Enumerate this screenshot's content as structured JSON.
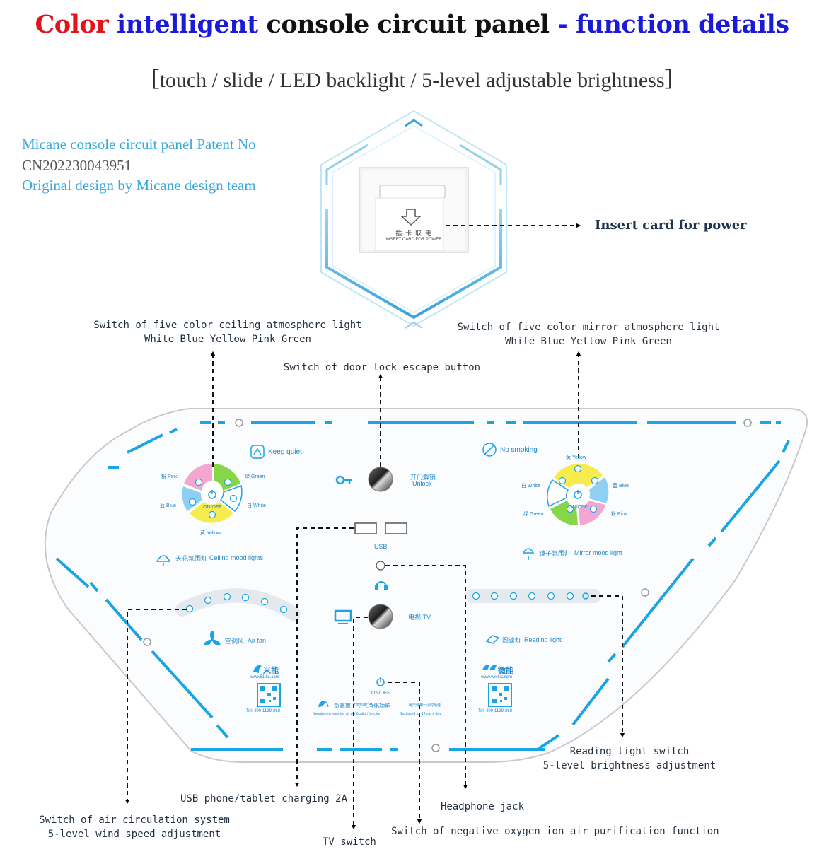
{
  "title": {
    "color": "Color",
    "intelligent": "intelligent",
    "mid": "console circuit panel",
    "dash": "-",
    "function_details": "function details"
  },
  "subtitle": "［touch / slide / LED backlight / 5-level adjustable brightness］",
  "patent": {
    "line1": "Micane console circuit panel Patent No",
    "line2": "CN202230043951",
    "line3": "Original design by Micane design team"
  },
  "card": {
    "cn": "插 卡 取 电",
    "en": "INSERT CARD FOR POWER",
    "callout": "Insert card for power"
  },
  "callouts": {
    "ceiling_switch_1": "Switch of five color ceiling atmosphere light",
    "ceiling_switch_2": "White Blue Yellow Pink Green",
    "mirror_switch_1": "Switch of five color mirror atmosphere light",
    "mirror_switch_2": "White Blue Yellow Pink Green",
    "door_lock": "Switch of door lock escape button",
    "reading_1": "Reading light switch",
    "reading_2": "5-level brightness adjustment",
    "usb": "USB phone/tablet charging 2A",
    "headphone": "Headphone jack",
    "air_1": "Switch of air circulation system",
    "air_2": "5-level wind speed adjustment",
    "tv": "TV switch",
    "purify": "Switch of negative oxygen ion air purification function"
  },
  "panel": {
    "keep_quiet": "Keep quiet",
    "no_smoking": "No smoking",
    "unlock_cn": "开门解锁",
    "unlock_en": "Unlock",
    "usb": "USB",
    "tv": "电视 TV",
    "on_off": "ON/OFF",
    "ceiling_cn": "天花氛围灯",
    "ceiling_en": "Ceiling mood lights",
    "mirror_cn": "镜子氛围灯",
    "mirror_en": "Mirror mood light",
    "air_fan_cn": "空调风",
    "air_fan_en": "Air fan",
    "reading_cn": "阅读灯",
    "reading_en": "Reading light",
    "left_ring": {
      "pink": "粉 Pink",
      "green": "绿 Green",
      "blue": "蓝 Blue",
      "white": "白 White",
      "yellow": "黄 Yellow"
    },
    "right_ring": {
      "yellow": "黄 Yellow",
      "white": "白 White",
      "blue": "蓝 Blue",
      "green": "绿 Green",
      "pink": "粉 Pink"
    },
    "brand_left": "米能",
    "url_left": "www.51tkc.com",
    "tel_left": "Tel: 400-1199-268",
    "brand_right": "微能",
    "url_right": "www.weitkc.com",
    "tel_right": "Tel: 400-1199-268",
    "purify_on_off": "ON/OFF",
    "purify_cn": "负氧离子空气净化功能",
    "purify_cn_note": "每天使用一小时最佳",
    "purify_en": "Negative oxygen ion air purification function",
    "purify_en_note": "Best used for 1 hour a day"
  },
  "colors": {
    "red": "#e0141b",
    "blue": "#1a1ad8",
    "accent": "#1ba4e3",
    "pink": "#f3a6cf",
    "green": "#86d648",
    "yellow": "#f7ec4e",
    "light_blue": "#8ed0f3"
  }
}
